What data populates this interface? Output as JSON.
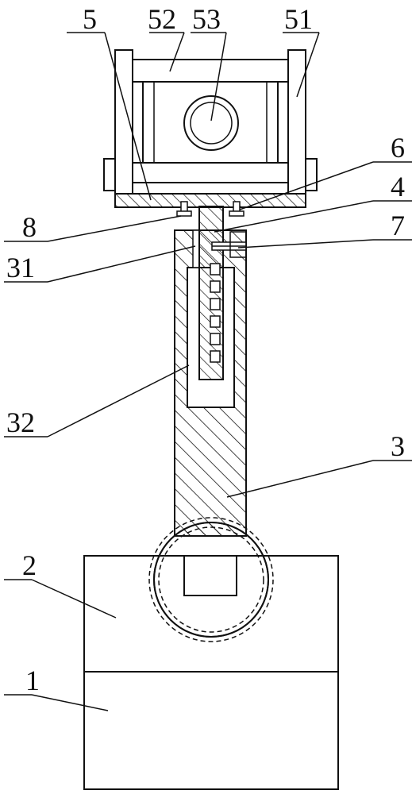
{
  "labels": {
    "l1": "1",
    "l2": "2",
    "l3": "3",
    "l31": "31",
    "l32": "32",
    "l4": "4",
    "l5": "5",
    "l51": "51",
    "l52": "52",
    "l53": "53",
    "l6": "6",
    "l7": "7",
    "l8": "8"
  },
  "colors": {
    "ink": "#111111",
    "paper": "#ffffff"
  }
}
